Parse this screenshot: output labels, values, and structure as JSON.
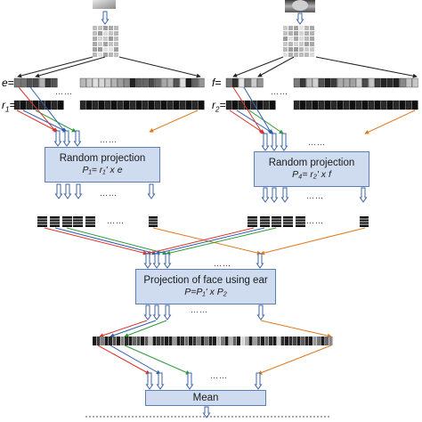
{
  "left_label_e": "e=",
  "left_label_r": "r",
  "left_label_r_sub": "1",
  "right_label_f": "f=",
  "right_label_r": "r",
  "right_label_r_sub": "2",
  "ellipsis": "……",
  "box_left": {
    "title": "Random projection",
    "formula": "P₁= r₁' x e"
  },
  "box_right": {
    "title": "Random projection",
    "formula": "P₄= r₂' x f"
  },
  "box_mid": {
    "title": "Projection of face using ear",
    "formula": "P=P₁' x P₂"
  },
  "box_mean": {
    "title": "Mean"
  },
  "colors": {
    "box_fill": "#cfdcef",
    "box_border": "#5d7fb3",
    "red": "#d9342b",
    "blue": "#2f5fb0",
    "green": "#2e9a3c",
    "orange": "#e07a1f"
  }
}
